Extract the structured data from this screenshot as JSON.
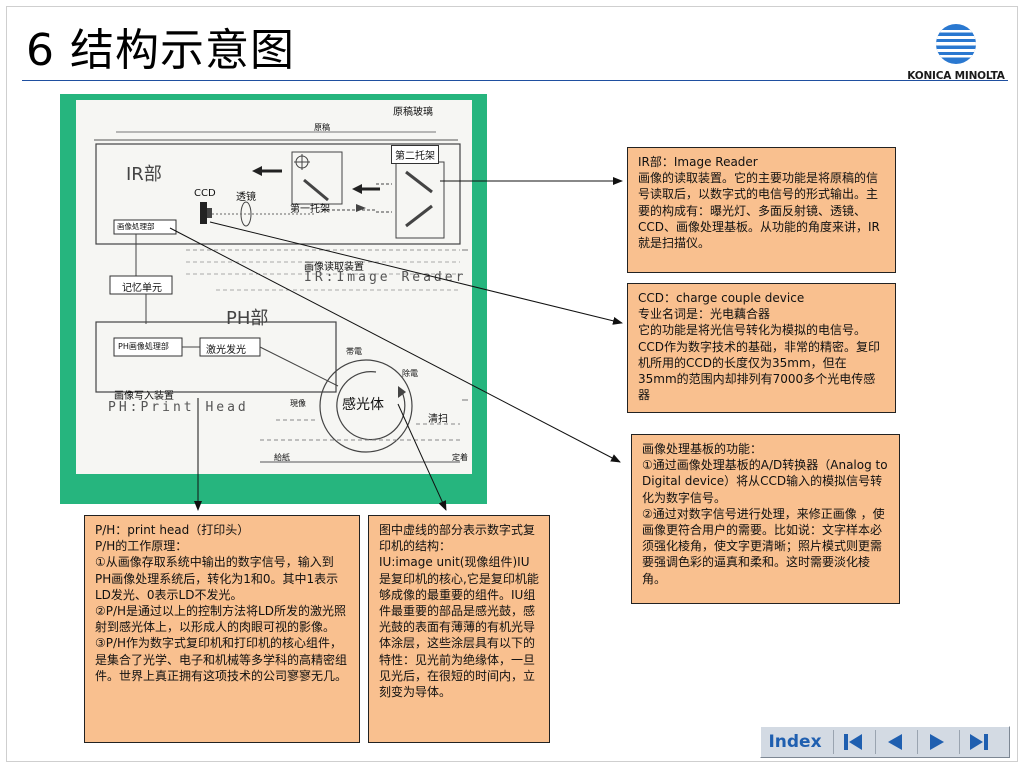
{
  "slide": {
    "title": "6 结构示意图",
    "logo_text": "KONICA MINOLTA"
  },
  "diagram": {
    "labels": {
      "original_glass": "原稿玻璃",
      "original": "原稿",
      "second_carriage": "第二托架",
      "ir_section": "IR部",
      "ccd": "CCD",
      "lens": "透镜",
      "first_carriage": "第一托架",
      "image_processing_board": "画像処理部",
      "image_reader_cn": "画像读取装置",
      "image_reader_en": "IR:Image Reader",
      "memory_unit": "记忆单元",
      "ph_section": "PH部",
      "ph_processing": "PH画像処理部",
      "laser": "激光发光",
      "charge": "帯電",
      "discharge": "除電",
      "photoreceptor": "感光体",
      "development": "現像",
      "cleaning": "清扫",
      "image_writer_cn": "画像写入装置",
      "image_writer_en": "PH:Print Head",
      "paper_feed": "給紙",
      "fixing": "定着"
    }
  },
  "callouts": {
    "ir": [
      "IR部：Image Reader",
      "画像的读取装置。它的主要功能是将原稿的信号读取后，以数字式的电信号的形式输出。主要的构成有：曝光灯、多面反射镜、透镜、CCD、画像处理基板。从功能的角度来讲，IR就是扫描仪。"
    ],
    "ccd": [
      "CCD：charge couple device",
      "专业名词是：光电藕合器",
      "它的功能是将光信号转化为模拟的电信号。CCD作为数字技术的基础，非常的精密。复印机所用的CCD的长度仅为35mm，但在35mm的范围内却排列有7000多个光电传感器"
    ],
    "board": [
      "画像处理基板的功能：",
      "①通过画像处理基板的A/D转换器（Analog to Digital device）将从CCD输入的模拟信号转化为数字信号。",
      "②通过对数字信号进行处理，来修正画像 ，使画像更符合用户的需要。比如说：文字样本必须强化棱角，使文字更清晰；照片模式则更需要强调色彩的逼真和柔和。这时需要淡化棱角。"
    ],
    "ph": [
      "P/H：print head（打印头）",
      "P/H的工作原理：",
      "①从画像存取系统中输出的数字信号，输入到PH画像处理系统后，转化为1和0。其中1表示LD发光、0表示LD不发光。",
      "②P/H是通过以上的控制方法将LD所发的激光照射到感光体上，以形成人的肉眼可视的影像。",
      "③P/H作为数字式复印机和打印机的核心组件，是集合了光学、电子和机械等多学科的高精密组件。世界上真正拥有这项技术的公司寥寥无几。"
    ],
    "iu": [
      "图中虚线的部分表示数字式复印机的结构：",
      "IU:image unit(现像组件)IU是复印机的核心,它是复印机能够成像的最重要的组件。IU组件最重要的部品是感光鼓，感光鼓的表面有薄薄的有机光导体涂层，这些涂层具有以下的特性：见光前为绝缘体，一旦见光后，在很短的时间内，立刻变为导体。"
    ]
  },
  "navigation": {
    "index_label": "Index",
    "buttons": [
      "first-slide",
      "previous-slide",
      "next-slide",
      "last-slide"
    ]
  },
  "colors": {
    "diagram_frame": "#26b57e",
    "callout_fill": "#f9c08f",
    "title_rule": "#1f4fa0",
    "nav_icon": "#1f5fb0"
  }
}
